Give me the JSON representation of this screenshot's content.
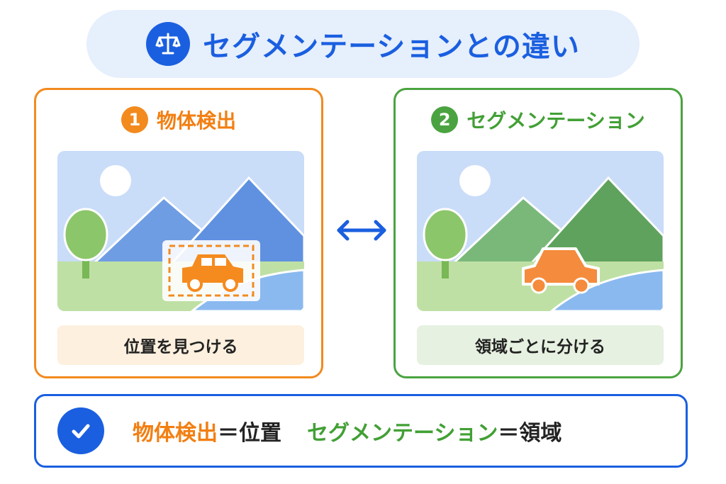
{
  "title": "セグメンテーションとの違い",
  "left_panel": {
    "number": "1",
    "title": "物体検出",
    "caption": "位置を見つける",
    "accent": "#f28a1e"
  },
  "right_panel": {
    "number": "2",
    "title": "セグメンテーション",
    "caption": "領域ごとに分ける",
    "accent": "#4aa340"
  },
  "summary": {
    "left_term": "物体検出",
    "left_eq": "＝位置",
    "right_term": "セグメンテーション",
    "right_eq": "＝領域"
  },
  "colors": {
    "primary": "#1a5fe0",
    "orange": "#f28a1e",
    "green": "#4aa340"
  },
  "icons": [
    "balance-scale-icon",
    "bidirectional-arrow-icon",
    "check-icon",
    "car-icon",
    "tree-icon",
    "sun-icon",
    "mountain-icon"
  ]
}
